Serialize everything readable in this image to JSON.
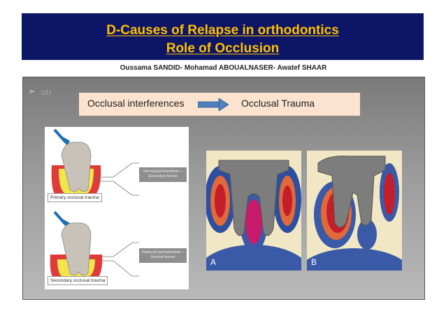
{
  "title": {
    "line1": "D-Causes of Relapse in orthodontics",
    "line2": "Role of Occlusion"
  },
  "authors": "Oussama SANDID- Mohamad ABOUALNASER- Awatef SHAAR",
  "colors": {
    "title_bar": "#0d1566",
    "title_text": "#ffc000",
    "banner": "#fbe3cf",
    "arrow": "#4f81bd",
    "trauma_red": "#c81e1e",
    "tooth_gray": "#808080"
  },
  "bullet": {
    "glyph": "➢",
    "text": "uu"
  },
  "banner": {
    "left": "Occlusal interferences",
    "right": "Occlusal Trauma",
    "icon": "right-arrow-icon"
  },
  "figure_left": {
    "primary_label": "Primary occlusal trauma",
    "primary_desc_1": "Normal periodontium –",
    "primary_desc_2": "Excessive forces",
    "secondary_label": "Secondary occlusal trauma",
    "secondary_desc_1": "Reduced periodontium –",
    "secondary_desc_2": "Normal forces"
  },
  "figure_right": {
    "panel_a": "A",
    "panel_b": "B"
  }
}
